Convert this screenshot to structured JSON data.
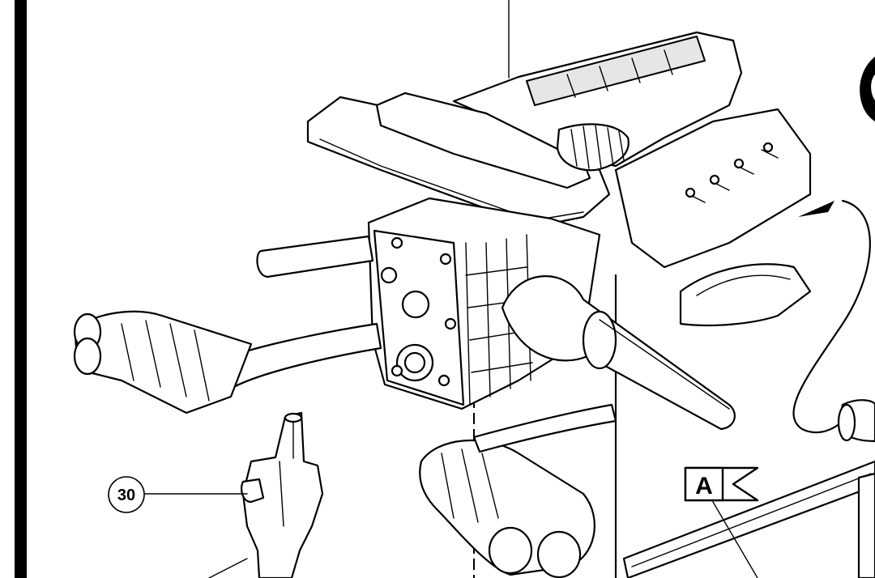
{
  "diagram": {
    "callouts": [
      {
        "id": "30",
        "label": "30"
      }
    ],
    "view_flags": [
      {
        "id": "A",
        "label": "A"
      }
    ]
  },
  "colors": {
    "ink": "#000000",
    "paper": "#ffffff",
    "shading": "#e6e6e6"
  },
  "icons": {
    "view_flag": "flag-arrow-icon",
    "direction_arrow": "arrow-head-icon"
  }
}
